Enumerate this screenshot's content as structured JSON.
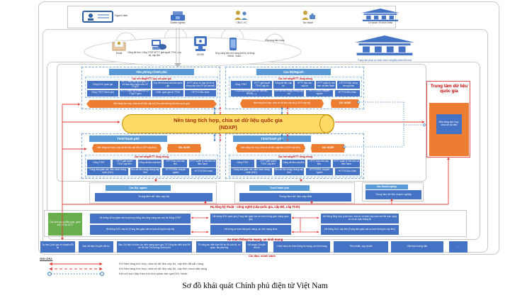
{
  "caption": "Sơ đồ khái quát Chính phủ điện tử Việt Nam",
  "actors": {
    "nguoi_dan": "Người dân",
    "doanh_nghiep": "Doanh nghiệp",
    "cbcc": "CBCC-VC",
    "du_khach": "Du khách",
    "co_quan": "Cơ quan, tổ chức khác"
  },
  "channels": {
    "email": "Email",
    "cong": "Cổng dữ liệu, Cổng TTĐT/HTTT giải quyết TTHC cấp bộ, cấp tỉnh",
    "kiosk": "KIOSK",
    "mobile": "Ứng dụng trên nền tảng thiết bị di động: VNeID, VssID...",
    "khac": "Phương tiện khác"
  },
  "admin_center": "Trung tâm phục vụ hành chính công/Bộ phận Một cửa",
  "ndxp": {
    "line1": "Nền tảng tích hợp, chia sẻ dữ liệu quốc gia",
    "line2": "(NDXP)"
  },
  "quadrants": {
    "vpcp": {
      "header": "Văn phòng Chính phủ",
      "group": "Các nền tảng/HTTT quy mô quốc gia",
      "boxes": [
        "Cổng DVC quốc gia",
        "HTTT báo cáo quốc gia; TT chỉ đạo điều hành của CP, TTgCP",
        "Trục liên thông văn bản quốc gia",
        "HTTT phục vụ họp và xử lý công việc của CP (eCabinet)",
        "Cổng TTĐT Chính phủ",
        "HTTT theo dõi nhiệm vụ CP, TTgCP giao",
        "CSDL quốc gia về TTHC",
        "HTTT/CSDL khác"
      ],
      "platform": "Nền tảng tích hợp, chia sẻ dữ liệu cấp bộ (Trục liên thông văn bản quốc gia)"
    },
    "bonganh": {
      "header": "Các Bộ/Ngành",
      "group": "Các nền tảng/HTTT dùng chung",
      "row1": [
        "Cổng TTĐT",
        "HTTT giải quyết TTHC cấp bộ",
        "Cổng dữ liệu cấp bộ",
        "HTTT báo cáo cấp bộ",
        "HTTT quản lý văn bản và điều hành",
        "HTTT/CSDL dùng chung khác"
      ],
      "row2": [
        "CSDL quốc gia (dân cư, đất đai, ĐKDN,...)",
        "Kho dữ liệu dùng chung cấp bộ",
        "HTTT/CSDL chuyên ngành",
        "HTTT/CSDL khác"
      ],
      "platform": "Nền tảng tích hợp, chia sẻ dữ liệu cấp bộ (LGSP cấp bộ)",
      "dxl": "DXL NODE"
    },
    "tinh": {
      "header": "Tỉnh/Thành phố",
      "group": "Các nền tảng/HTTT dùng chung",
      "row1": [
        "Cổng TTĐT",
        "HTTT giải quyết TTHC cấp tỉnh",
        "Cổng dữ liệu cấp tỉnh",
        "HTTT báo cáo cấp tỉnh",
        "HTTT quản lý văn bản và điều hành"
      ],
      "row2": [
        "Trung tâm giám sát, điều hành thông minh (IOC)",
        "Kho dữ liệu dùng chung cấp tỉnh",
        "HTTT/CSDL chuyên ngành",
        "HTTT/CSDL khác"
      ],
      "platform": "Nền tảng tích hợp, chia sẻ dữ liệu cấp tỉnh (LGSP cấp tỉnh)",
      "dxl": "DXL NODE"
    }
  },
  "ndc": {
    "title": "Trung tâm dữ liệu quốc gia",
    "platform": "Nền tảng tích hợp, chia sẻ dữ liệu"
  },
  "data_centers": [
    {
      "header": "Các Bộ, ngành",
      "bar": "Trung tâm dữ liệu cấp bộ"
    },
    {
      "header": "Tỉnh/Thành phố",
      "bar": "Trung tâm dữ liệu cấp tỉnh"
    },
    {
      "header": "Các Doanh nghiệp",
      "bar": "Trung tâm dữ liệu doanh nghiệp"
    }
  ],
  "infra_label": "Hạ tầng kỹ thuật - công nghệ (cấp quốc gia, cấp Bộ, cấp Tỉnh)",
  "security": {
    "green": "Các biện pháp kiểm soát, giám sát, hỗ trợ ATTT",
    "a": "Hệ thống hỗ trợ giám sát và phòng chống tấn công mạng vào các hệ thống CPĐT",
    "b": "Hệ thống SOC quốc gia (Trung tâm giám sát an toàn không gian mạng quốc gia)",
    "c": "Hệ thống SOC cấp bộ (Trung tâm giám sát an toàn thông tin cấp bộ)",
    "d": "Hệ thống an toàn thông tin mạng, an ninh mạng khác",
    "e": "Hệ thống tổng hợp, phân tích, chia sẻ và cảnh báo sớm mối đe dọa, nguy cơ về an toàn thông tin",
    "f": "Hệ thống SOC cấp tỉnh (Trung tâm giám sát an toàn thông tin cấp tỉnh)"
  },
  "security_label": "An toàn thông tin mạng, an ninh mạng",
  "policy": {
    "boxes": [
      "Ủy ban Quốc gia về chuyển đổi số",
      "Ban chỉ đạo Chuyển đổi số",
      "Ban Chỉ đạo An toàn, An ninh mạng quốc gia; Tổ Công tác triển khai Đề án 06 của Thủ tướng Chính phủ",
      "Tổ công tác triển khai Đề án 06 của bộ, cơ quan, địa phương",
      "Kế hoạch Chuyển đổi số",
      "Chính sách An toàn thông tin mạng, an ninh mạng",
      "Tiêu chuẩn, quy chuẩn",
      "Văn bản hướng dẫn",
      "..."
    ],
    "label": "Chỉ đạo, chính sách"
  },
  "legend": {
    "title": "GHI CHÚ:",
    "items": [
      "Khi Nền tảng tích hợp, chia sẻ dữ liệu cấp bộ, cấp tỉnh đã sẵn sàng",
      "Khi Nền tảng tích hợp, chia sẻ dữ liệu cấp bộ, cấp tỉnh chưa sẵn sàng",
      "Kết nối trực tiếp theo mô hình phân tán qua DXL Node"
    ]
  },
  "colors": {
    "blue": "#4472C4",
    "light_blue": "#5B9BD5",
    "orange": "#ED7D31",
    "yellow": "#FFD966",
    "green": "#6AAE4E",
    "red": "#E53935"
  }
}
